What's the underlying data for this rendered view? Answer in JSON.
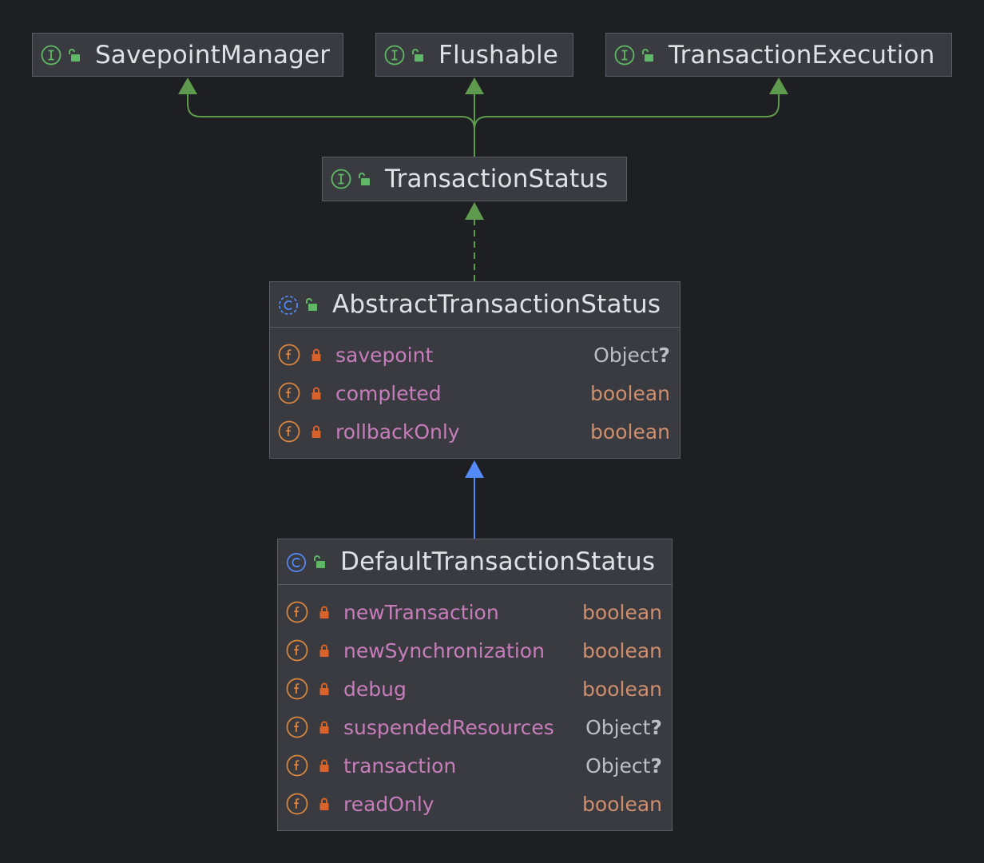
{
  "colors": {
    "background": "#1e1f22",
    "node_fill": "#393b40",
    "node_border": "#5a5d63",
    "interface_icon": "#5fb865",
    "class_icon": "#548af7",
    "field_icon": "#d9853f",
    "field_name": "#c77dbb",
    "primitive_type": "#cf8e6d",
    "reference_type": "#bcbec4",
    "implements_edge": "#5f9b4e",
    "extends_edge": "#548af7"
  },
  "nodes": {
    "savepoint_manager": {
      "name": "SavepointManager",
      "kind_icon": "interface-icon",
      "visibility_icon": "public-lock-icon"
    },
    "flushable": {
      "name": "Flushable",
      "kind_icon": "interface-icon",
      "visibility_icon": "public-lock-icon"
    },
    "transaction_execution": {
      "name": "TransactionExecution",
      "kind_icon": "interface-icon",
      "visibility_icon": "public-lock-icon"
    },
    "transaction_status": {
      "name": "TransactionStatus",
      "kind_icon": "interface-icon",
      "visibility_icon": "public-lock-icon"
    },
    "abstract_transaction_status": {
      "name": "AbstractTransactionStatus",
      "kind_icon": "abstract-class-icon",
      "visibility_icon": "public-lock-icon",
      "fields": [
        {
          "name": "savepoint",
          "type": "Object",
          "nullable": "?",
          "kind": "ref"
        },
        {
          "name": "completed",
          "type": "boolean",
          "nullable": "",
          "kind": "primitive"
        },
        {
          "name": "rollbackOnly",
          "type": "boolean",
          "nullable": "",
          "kind": "primitive"
        }
      ]
    },
    "default_transaction_status": {
      "name": "DefaultTransactionStatus",
      "kind_icon": "class-icon",
      "visibility_icon": "public-lock-icon",
      "fields": [
        {
          "name": "newTransaction",
          "type": "boolean",
          "nullable": "",
          "kind": "primitive"
        },
        {
          "name": "newSynchronization",
          "type": "boolean",
          "nullable": "",
          "kind": "primitive"
        },
        {
          "name": "debug",
          "type": "boolean",
          "nullable": "",
          "kind": "primitive"
        },
        {
          "name": "suspendedResources",
          "type": "Object",
          "nullable": "?",
          "kind": "ref"
        },
        {
          "name": "transaction",
          "type": "Object",
          "nullable": "?",
          "kind": "ref"
        },
        {
          "name": "readOnly",
          "type": "boolean",
          "nullable": "",
          "kind": "primitive"
        }
      ]
    }
  },
  "edges": [
    {
      "from": "TransactionStatus",
      "to": "SavepointManager",
      "kind": "extends-interface"
    },
    {
      "from": "TransactionStatus",
      "to": "Flushable",
      "kind": "extends-interface"
    },
    {
      "from": "TransactionStatus",
      "to": "TransactionExecution",
      "kind": "extends-interface"
    },
    {
      "from": "AbstractTransactionStatus",
      "to": "TransactionStatus",
      "kind": "implements"
    },
    {
      "from": "DefaultTransactionStatus",
      "to": "AbstractTransactionStatus",
      "kind": "extends"
    }
  ]
}
